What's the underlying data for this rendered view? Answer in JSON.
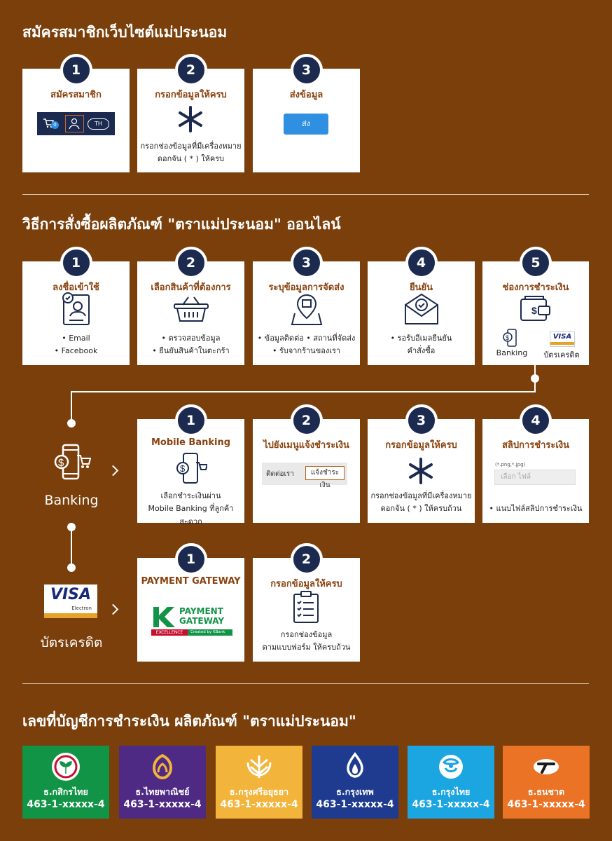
{
  "section1": {
    "heading": "สมัครสมาชิกเว็บไซต์แม่ประนอม",
    "steps": [
      {
        "num": "1",
        "title": "สมัครสมาชิก",
        "cart_count": "0",
        "lang": "TH"
      },
      {
        "num": "2",
        "title": "กรอกข้อมูลให้ครบ",
        "desc_line1": "กรอกช่องข้อมูลที่มีเครื่องหมาย",
        "desc_line2": "ดอกจัน ( * ) ให้ครบ"
      },
      {
        "num": "3",
        "title": "ส่งข้อมูล",
        "button": "ส่ง"
      }
    ]
  },
  "section2": {
    "heading": "วิธีการสั่งซื้อผลิตภัณฑ์ \"ตราแม่ประนอม\" ออนไลน์",
    "steps": [
      {
        "num": "1",
        "title": "ลงชื่อเข้าใช้",
        "line1": "• Email",
        "line2": "• Facebook"
      },
      {
        "num": "2",
        "title": "เลือกสินค้าที่ต้องการ",
        "line1": "• ตรวจสอบข้อมูล",
        "line2": "• ยืนยันสินค้าในตะกร้า"
      },
      {
        "num": "3",
        "title": "ระบุข้อมูลการจัดส่ง",
        "line1": "• ข้อมูลติดต่อ • สถานที่จัดส่ง",
        "line2": "• รับจากร้านของเรา"
      },
      {
        "num": "4",
        "title": "ยืนยัน",
        "line1": "• รอรับอีเมลยืนยัน",
        "line2": "คำสั่งซื้อ"
      },
      {
        "num": "5",
        "title": "ช่องการชำระเงิน",
        "opt1": "Banking",
        "opt2": "บัตรเครดิต",
        "visa": "VISA"
      }
    ]
  },
  "banking": {
    "label": "Banking",
    "steps": [
      {
        "num": "1",
        "title": "Mobile Banking",
        "line1": "เลือกชำระเงินผ่าน",
        "line2": "Mobile Banking ที่ลูกค้าสะดวก"
      },
      {
        "num": "2",
        "title": "ไปยังเมนูแจ้งชำระเงิน",
        "menu1": "ติดต่อเรา",
        "menu2": "แจ้งชำระเงิน"
      },
      {
        "num": "3",
        "title": "กรอกข้อมูลให้ครบ",
        "line1": "กรอกช่องข้อมูลที่มีเครื่องหมาย",
        "line2": "ดอกจัน ( * ) ให้ครบถ้วน"
      },
      {
        "num": "4",
        "title": "สลิปการชำระเงิน",
        "file_hint": "(*.png,*.jpg)",
        "file_placeholder": "เลือก ไฟล์",
        "line1": "• แนบไฟล์สลิปการชำระเงิน"
      }
    ]
  },
  "credit": {
    "label": "บัตรเครดิต",
    "visa": "VISA",
    "visa_sub": "Electron",
    "steps": [
      {
        "num": "1",
        "title": "PAYMENT GATEWAY",
        "logo_line1": "PAYMENT",
        "logo_line2": "GATEWAY",
        "logo_tag1": "EXCELLENCE",
        "logo_tag2": "Created by KBank"
      },
      {
        "num": "2",
        "title": "กรอกข้อมูลให้ครบ",
        "line1": "กรอกช่องข้อมูล",
        "line2": "ตามแบบฟอร์ม ให้ครบถ้วน"
      }
    ]
  },
  "section3": {
    "heading": "เลขที่บัญชีการชำระเงิน ผลิตภัณฑ์ \"ตราแม่ประนอม\"",
    "banks": [
      {
        "name": "ธ.กสิกรไทย",
        "account": "463-1-xxxxx-4",
        "color": "#129447",
        "icon": "kasikorn-logo-icon"
      },
      {
        "name": "ธ.ไทยพาณิชย์",
        "account": "463-1-xxxxx-4",
        "color": "#4e2a84",
        "icon": "scb-logo-icon"
      },
      {
        "name": "ธ.กรุงศรีอยุธยา",
        "account": "463-1-xxxxx-4",
        "color": "#f2b43a",
        "icon": "krungsri-logo-icon"
      },
      {
        "name": "ธ.กรุงเทพ",
        "account": "463-1-xxxxx-4",
        "color": "#1e3b8f",
        "icon": "bangkok-bank-logo-icon"
      },
      {
        "name": "ธ.กรุงไทย",
        "account": "463-1-xxxxx-4",
        "color": "#1ba5e1",
        "icon": "krungthai-logo-icon"
      },
      {
        "name": "ธ.ธนชาต",
        "account": "463-1-xxxxx-4",
        "color": "#ea7326",
        "icon": "thanachart-logo-icon"
      }
    ]
  }
}
